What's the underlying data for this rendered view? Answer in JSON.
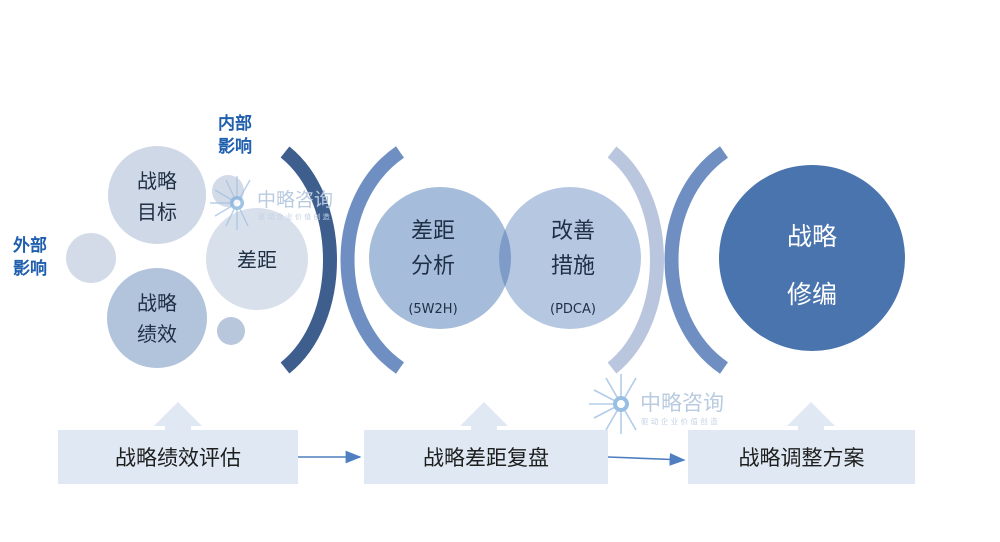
{
  "labels": {
    "internal_impact": [
      "内部",
      "影响"
    ],
    "external_impact": [
      "外部",
      "影响"
    ],
    "strategy_goal": [
      "战略",
      "目标"
    ],
    "strategy_performance": [
      "战略",
      "绩效"
    ],
    "gap": "差距",
    "gap_analysis": [
      "差距",
      "分析"
    ],
    "gap_analysis_method": "(5W2H)",
    "improvement_measures": [
      "改善",
      "措施"
    ],
    "improvement_method": "(PDCA)",
    "strategy_revision": [
      "战略",
      "修编"
    ]
  },
  "process": [
    "战略绩效评估",
    "战略差距复盘",
    "战略调整方案"
  ],
  "watermark": {
    "name": "中略咨询",
    "tagline": "驱 动 企 业 价 值 创 造"
  },
  "colors": {
    "bubble_light": "#cfd8e6",
    "bubble_mid": "#b2c3dc",
    "venn_left": "#a6bcdb",
    "venn_right": "#b5c7e1",
    "venn_overlap": "#7f9bc7",
    "final_circle": "#4a74ad",
    "bracket_dark": "#3e5f8e",
    "bracket_mid": "#6f8fc2",
    "bracket_light": "#b9c6dd",
    "box_fill": "#dfe8f3",
    "arrow": "#4f7fc0",
    "note_blue": "#1f5fae"
  }
}
